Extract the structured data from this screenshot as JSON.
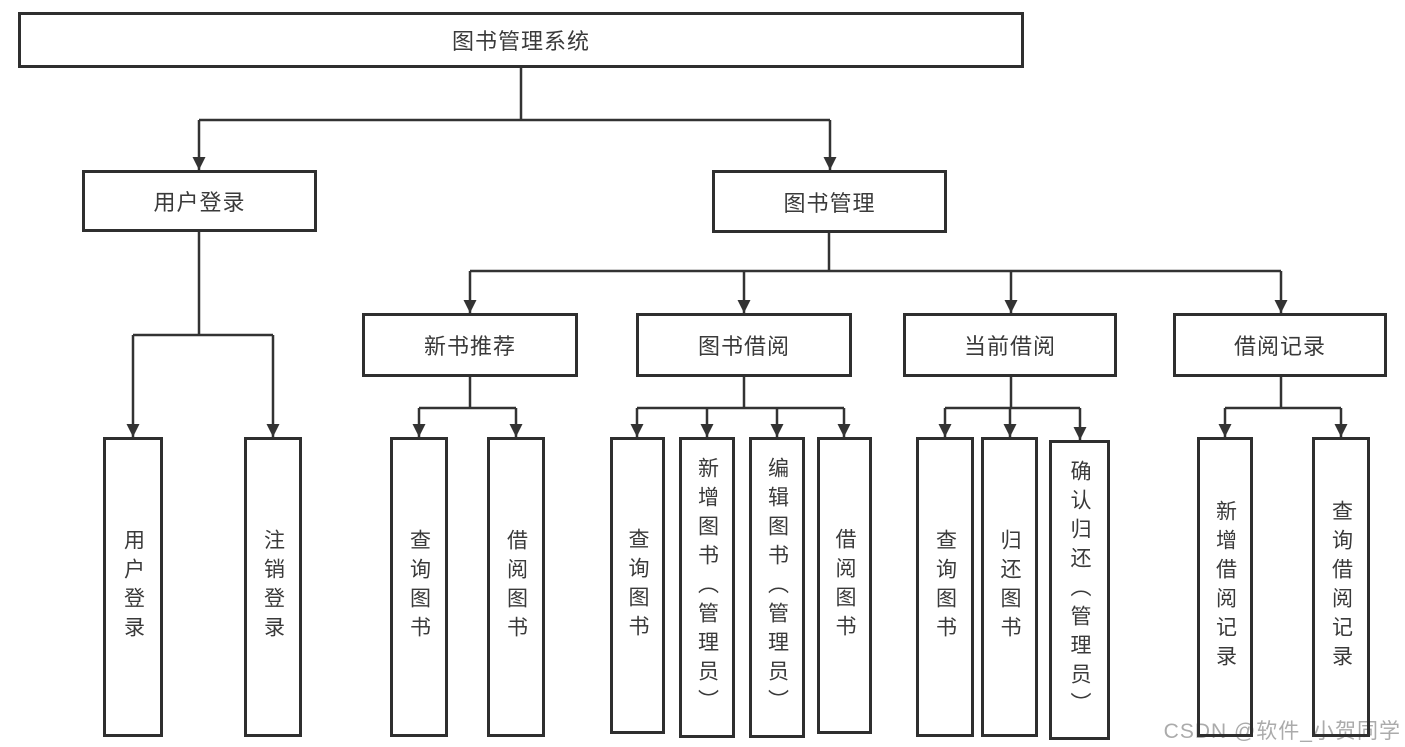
{
  "tree": {
    "label": "图书管理系统",
    "children": [
      {
        "label": "用户登录",
        "children": [
          {
            "label": "用户登录"
          },
          {
            "label": "注销登录"
          }
        ]
      },
      {
        "label": "图书管理",
        "children": [
          {
            "label": "新书推荐",
            "children": [
              {
                "label": "查询图书"
              },
              {
                "label": "借阅图书"
              }
            ]
          },
          {
            "label": "图书借阅",
            "children": [
              {
                "label": "查询图书"
              },
              {
                "label": "新增图书（管理员）"
              },
              {
                "label": "编辑图书（管理员）"
              },
              {
                "label": "借阅图书"
              }
            ]
          },
          {
            "label": "当前借阅",
            "children": [
              {
                "label": "查询图书"
              },
              {
                "label": "归还图书"
              },
              {
                "label": "确认归还（管理员）"
              }
            ]
          },
          {
            "label": "借阅记录",
            "children": [
              {
                "label": "新增借阅记录"
              },
              {
                "label": "查询借阅记录"
              }
            ]
          }
        ]
      }
    ]
  },
  "watermark": {
    "text": "CSDN @软件_小贺同学"
  },
  "colors": {
    "line": "#333333",
    "box_border": "#2f2f2f",
    "text": "#3a3a3a",
    "watermark": "#ababab",
    "background": "#ffffff"
  }
}
